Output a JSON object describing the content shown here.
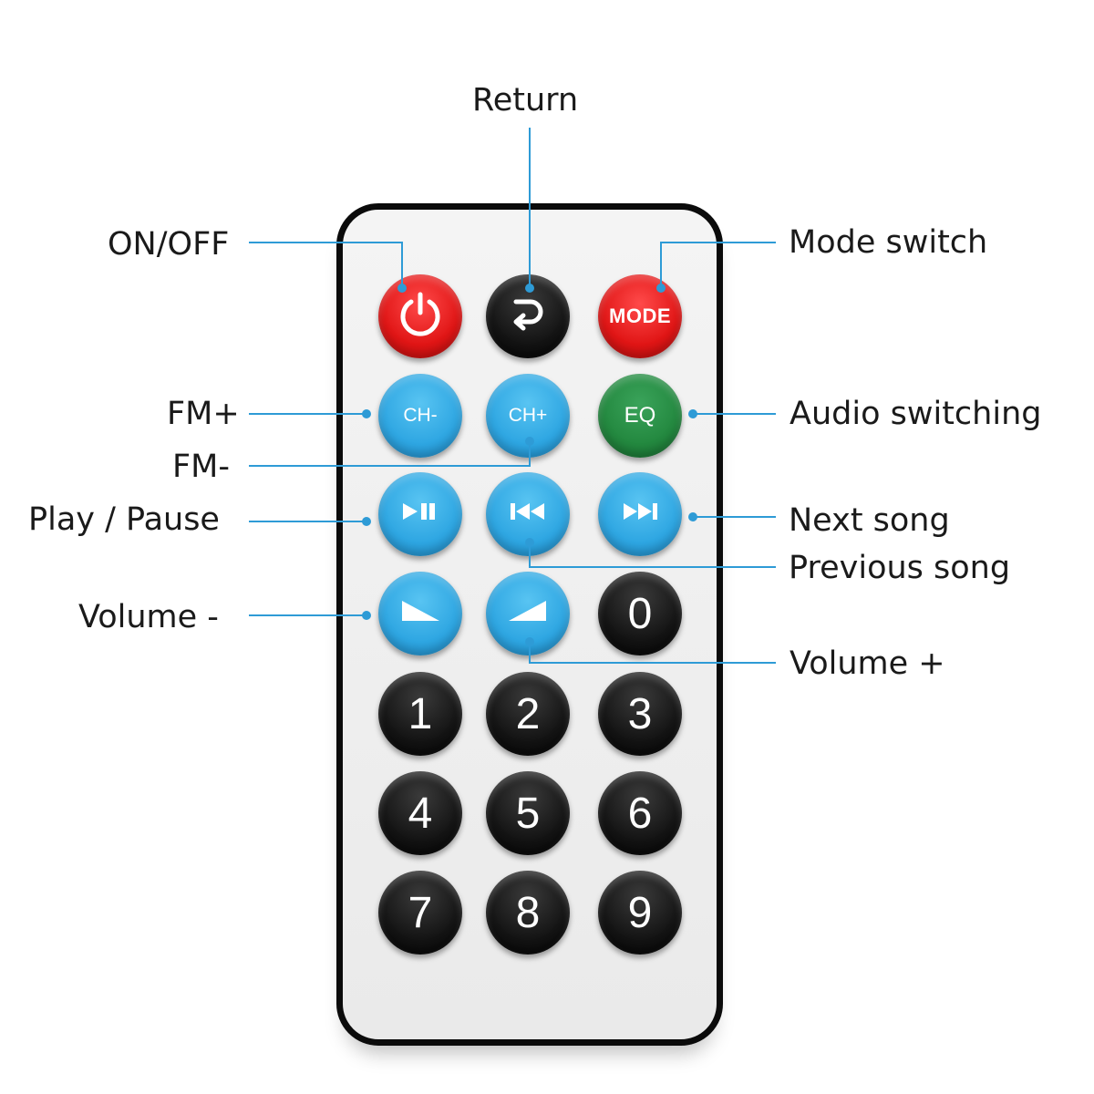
{
  "labels": {
    "return": "Return",
    "on_off": "ON/OFF",
    "mode_switch": "Mode switch",
    "fm_plus": "FM+",
    "audio_switching": "Audio switching",
    "fm_minus": "FM-",
    "play_pause": "Play / Pause",
    "next_song": "Next song",
    "previous_song": "Previous song",
    "volume_minus": "Volume -",
    "volume_plus": "Volume +"
  },
  "buttons": {
    "mode": "MODE",
    "ch_minus": "CH-",
    "ch_plus": "CH+",
    "eq": "EQ",
    "digits": [
      "0",
      "1",
      "2",
      "3",
      "4",
      "5",
      "6",
      "7",
      "8",
      "9"
    ]
  },
  "colors": {
    "accent_blue": "#2ea6e2",
    "power_red": "#e01515",
    "eq_green": "#23883f",
    "digit_black": "#141414",
    "leader_line": "#2e9bd6"
  },
  "icons": {
    "power": "power-icon",
    "return": "return-arrow-icon",
    "play_pause": "play-pause-icon",
    "previous": "previous-track-icon",
    "next": "next-track-icon",
    "volume_down": "volume-down-icon",
    "volume_up": "volume-up-icon"
  }
}
